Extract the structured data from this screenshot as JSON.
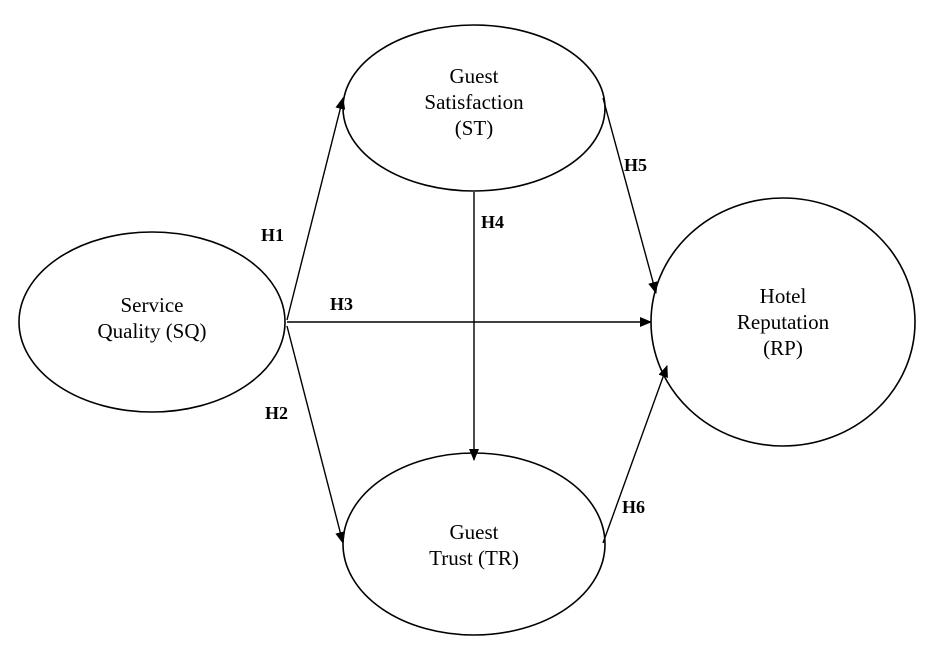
{
  "nodes": {
    "sq": {
      "lines": [
        "Service",
        "Quality (SQ)"
      ]
    },
    "st": {
      "lines": [
        "Guest",
        "Satisfaction",
        "(ST)"
      ]
    },
    "rp": {
      "lines": [
        "Hotel",
        "Reputation",
        "(RP)"
      ]
    },
    "tr": {
      "lines": [
        "Guest",
        "Trust (TR)"
      ]
    }
  },
  "edges": {
    "h1": {
      "label": "H1"
    },
    "h2": {
      "label": "H2"
    },
    "h3": {
      "label": "H3"
    },
    "h4": {
      "label": "H4"
    },
    "h5": {
      "label": "H5"
    },
    "h6": {
      "label": "H6"
    }
  },
  "colors": {
    "stroke": "#000000",
    "background": "#ffffff"
  }
}
